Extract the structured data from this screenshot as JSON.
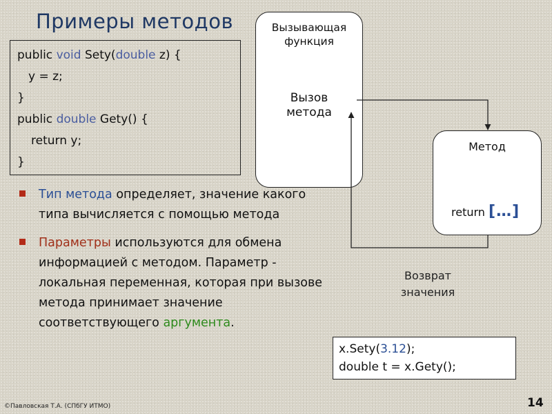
{
  "slide": {
    "title": "Примеры методов",
    "page_number": "14",
    "footer": "©Павловская Т.А. (СПбГУ ИТМО)"
  },
  "code": {
    "line1": {
      "pre": "public ",
      "kw1": "void",
      "mid": " Sety(",
      "kw2": "double",
      "post": " z) {"
    },
    "line2": "y = z;",
    "line3": "}",
    "line4": {
      "pre": "public ",
      "kw": "double",
      "post": " Gety() {"
    },
    "line5": "return y;",
    "line6": "}"
  },
  "bullets": [
    {
      "highlight": "Тип метода",
      "text": " определяет, значение какого типа вычисляется с помощью метода"
    },
    {
      "highlight": "Параметры",
      "text": " используются для обмена информацией с методом. Параметр - локальная переменная, которая при вызове метода принимает значение соответствующего ",
      "highlight2": "аргумента",
      "tail": "."
    }
  ],
  "diagram": {
    "caller_title_1": "Вызывающая",
    "caller_title_2": "функция",
    "caller_call_1": "Вызов",
    "caller_call_2": "метода",
    "method_title": "Метод",
    "method_return": "return ",
    "method_return_bracket": "[…]",
    "return_label_1": "Возврат",
    "return_label_2": "значения"
  },
  "example": {
    "line1_pre": "x.Sety(",
    "line1_num": "3.12",
    "line1_post": ");",
    "line2": "double t = x.Gety();"
  },
  "colors": {
    "title": "#1f3864",
    "keyword": "#4a5da0",
    "highlight_blue": "#2b4f95",
    "highlight_red": "#a0301a",
    "highlight_green": "#2e8a1c",
    "bullet_marker": "#b32b18"
  }
}
